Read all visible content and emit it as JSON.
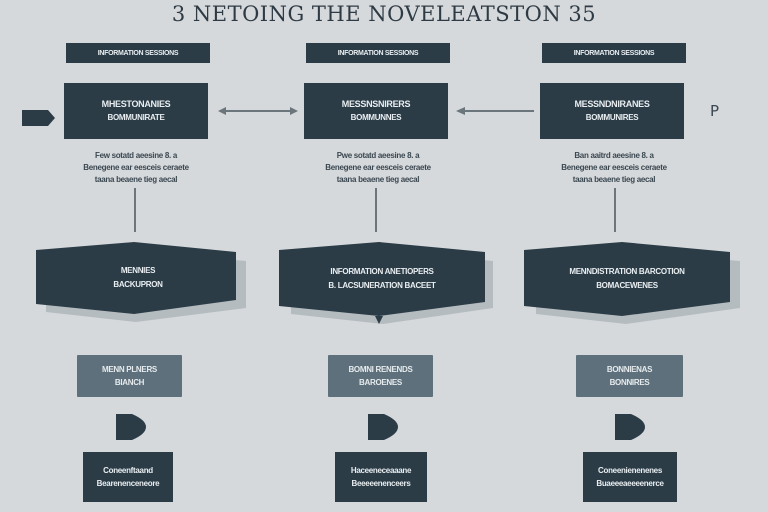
{
  "title": "3 NETOING THE NOVELEATSTON 35",
  "colors": {
    "background": "#d6d9dc",
    "dark": "#2b3c47",
    "grey": "#5e707b",
    "line": "#6a757c"
  },
  "columns": [
    {
      "label": "INFORMATION SESSIONS",
      "header": [
        "MHESTONANIES",
        "BOMMUNIRATE"
      ],
      "caption": [
        "Few sotatd aeesine 8. a",
        "Benegene ear eesceis ceraete",
        "taana beaene tieg aecal"
      ],
      "shape": [
        "MENNIES",
        "BACKUPRON"
      ],
      "grey": [
        "MENN PLNERS",
        "BIANCH"
      ],
      "bottom": [
        "Coneenftaand",
        "Bearenenceneore"
      ]
    },
    {
      "label": "INFORMATION SESSIONS",
      "header": [
        "MESSNSNIRERS",
        "BOMMUNNES"
      ],
      "caption": [
        "Pwe sotatd aeesine 8. a",
        "Benegene ear eesceis ceraete",
        "taana beaene tieg aecal"
      ],
      "shape": [
        "INFORMATION ANETIOPERS",
        "B. LACSUNERATION BACEET"
      ],
      "grey": [
        "BOMNI RENENDS",
        "BAROENES"
      ],
      "bottom": [
        "Haceeneceaaane",
        "Beeeeenenceers"
      ]
    },
    {
      "label": "INFORMATION SESSIONS",
      "header": [
        "MESSNDNIRANES",
        "BOMMUNIRES"
      ],
      "caption": [
        "Ban aaitrd aeesine 8. a",
        "Benegene ear eesceis ceraete",
        "taana beaene tieg aecal"
      ],
      "shape": [
        "MENNDISTRATION BARCOTION",
        "BOMACEWENES"
      ],
      "grey": [
        "BONNIENAS",
        "BONNIRES"
      ],
      "bottom": [
        "Coneenienenenes",
        "Buaeeeaeeeenerce"
      ]
    }
  ],
  "side_mark": "P"
}
